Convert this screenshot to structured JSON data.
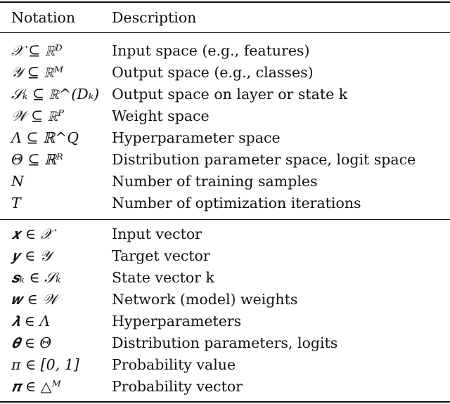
{
  "header": {
    "notation": "Notation",
    "description": "Description"
  },
  "spaces": [
    {
      "notation": "𝒳 ⊆ ℝᴰ",
      "description": "Input space (e.g., features)"
    },
    {
      "notation": "𝒴 ⊆ ℝᴹ",
      "description": "Output space (e.g., classes)"
    },
    {
      "notation": "𝒮ₖ ⊆ ℝ^(Dₖ)",
      "description": "Output space on layer or state k"
    },
    {
      "notation": "𝒲 ⊆ ℝᴾ",
      "description": "Weight space"
    },
    {
      "notation": "Λ ⊆ ℝ^Q",
      "description": "Hyperparameter space"
    },
    {
      "notation": "Θ ⊆ ℝᴿ",
      "description": "Distribution parameter space, logit space"
    },
    {
      "notation": "N",
      "description": "Number of training samples"
    },
    {
      "notation": "T",
      "description": "Number of optimization iterations"
    }
  ],
  "vectors": [
    {
      "notation": "𝒙 ∈ 𝒳",
      "description": "Input vector"
    },
    {
      "notation": "𝒚 ∈ 𝒴",
      "description": "Target vector"
    },
    {
      "notation": "𝒔ₖ ∈ 𝒮ₖ",
      "description": "State vector k"
    },
    {
      "notation": "𝒘 ∈ 𝒲",
      "description": "Network (model) weights"
    },
    {
      "notation": "𝝀 ∈ Λ",
      "description": "Hyperparameters"
    },
    {
      "notation": "𝜽 ∈ Θ",
      "description": "Distribution parameters, logits"
    },
    {
      "notation": "π ∈ [0, 1]",
      "description": "Probability value"
    },
    {
      "notation": "𝝅 ∈ △ᴹ",
      "description": "Probability vector"
    }
  ]
}
